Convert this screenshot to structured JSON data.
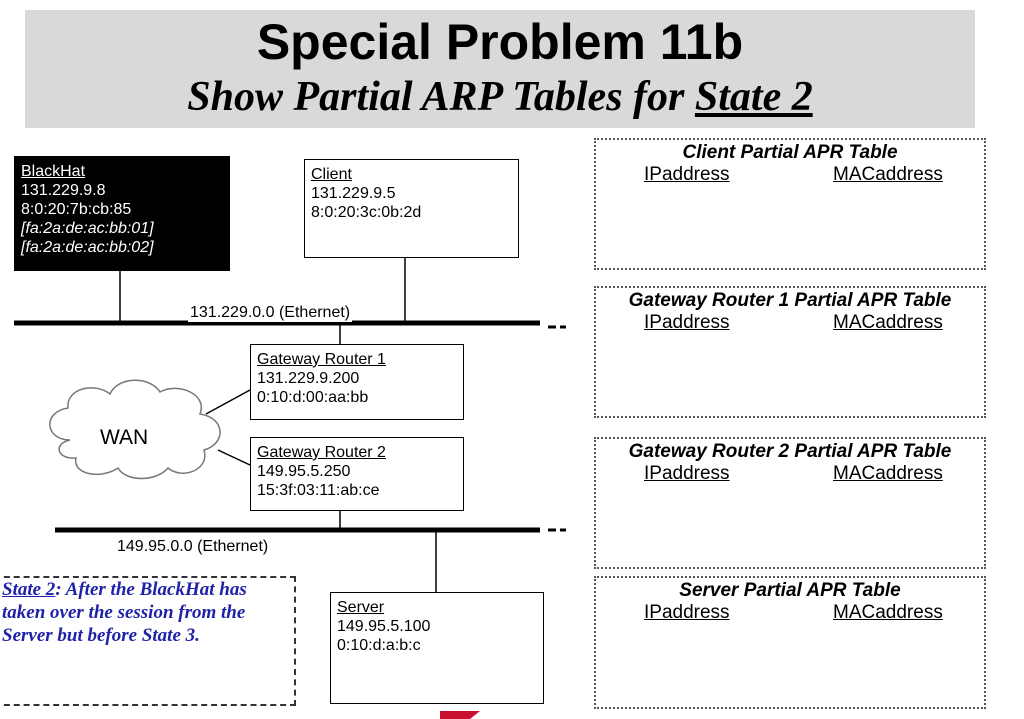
{
  "title": {
    "main": "Special Problem 11b",
    "sub_prefix": "Show Partial ARP Tables for ",
    "sub_state": "State 2"
  },
  "hosts": {
    "blackhat": {
      "name": "BlackHat",
      "ip": "131.229.9.8",
      "mac": "8:0:20:7b:cb:85",
      "alt_mac_1": "[fa:2a:de:ac:bb:01]",
      "alt_mac_2": "[fa:2a:de:ac:bb:02]"
    },
    "client": {
      "name": "Client",
      "ip": "131.229.9.5",
      "mac": "8:0:20:3c:0b:2d"
    },
    "gateway_router_1": {
      "name": "Gateway Router 1",
      "ip": "131.229.9.200",
      "mac": "0:10:d:00:aa:bb"
    },
    "gateway_router_2": {
      "name": "Gateway Router 2",
      "ip": "149.95.5.250",
      "mac": "15:3f:03:11:ab:ce"
    },
    "server": {
      "name": "Server",
      "ip": "149.95.5.100",
      "mac": "0:10:d:a:b:c"
    }
  },
  "networks": {
    "top": "131.229.0.0 (Ethernet)",
    "bottom": "149.95.0.0 (Ethernet)",
    "wan": "WAN"
  },
  "state_note": {
    "state": "State 2",
    "text": ": After the BlackHat has taken over the session from the Server but before State 3."
  },
  "arp_tables": {
    "client": {
      "title": "Client Partial APR Table",
      "col1": "IPaddress",
      "col2": "MACaddress"
    },
    "gw1": {
      "title": "Gateway Router 1 Partial APR Table",
      "col1": "IPaddress",
      "col2": "MACaddress"
    },
    "gw2": {
      "title": "Gateway Router 2 Partial APR Table",
      "col1": "IPaddress",
      "col2": "MACaddress"
    },
    "server": {
      "title": "Server Partial APR Table",
      "col1": "IPaddress",
      "col2": "MACaddress"
    }
  },
  "colors": {
    "title_band": "#d9d9d9",
    "note_text": "#1f22a8",
    "logo_red": "#c8102e"
  }
}
